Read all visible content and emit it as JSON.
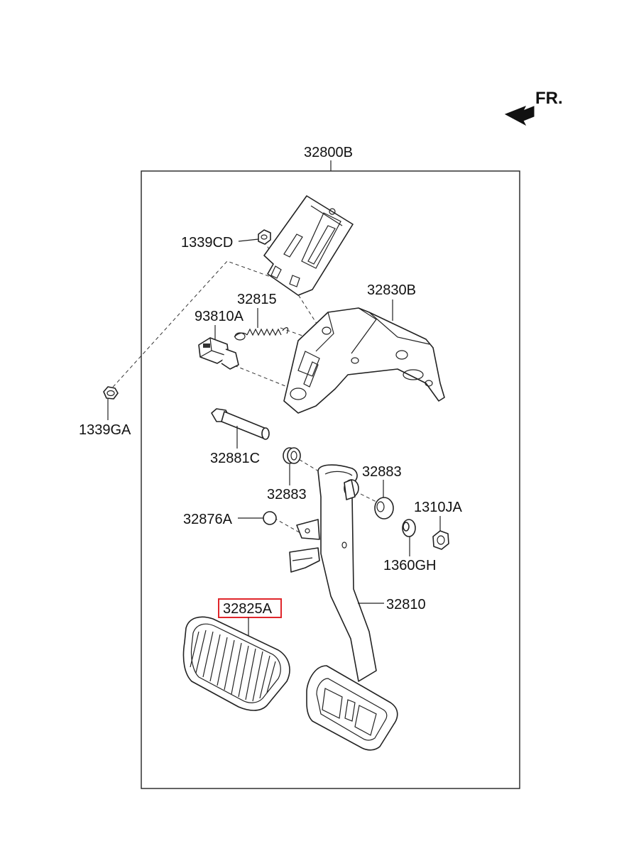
{
  "direction_label": "FR.",
  "assembly_label": "32800B",
  "callouts": {
    "c1339CD": "1339CD",
    "c32815": "32815",
    "c93810A": "93810A",
    "c32830B": "32830B",
    "c1339GA": "1339GA",
    "c32881C": "32881C",
    "c32883_left": "32883",
    "c32883_right": "32883",
    "c1310JA": "1310JA",
    "c32876A": "32876A",
    "c1360GH": "1360GH",
    "c32825A": "32825A",
    "c32810": "32810"
  },
  "highlight": {
    "part": "32825A",
    "color": "#e0262b"
  },
  "colors": {
    "line": "#222222",
    "background": "#ffffff"
  }
}
